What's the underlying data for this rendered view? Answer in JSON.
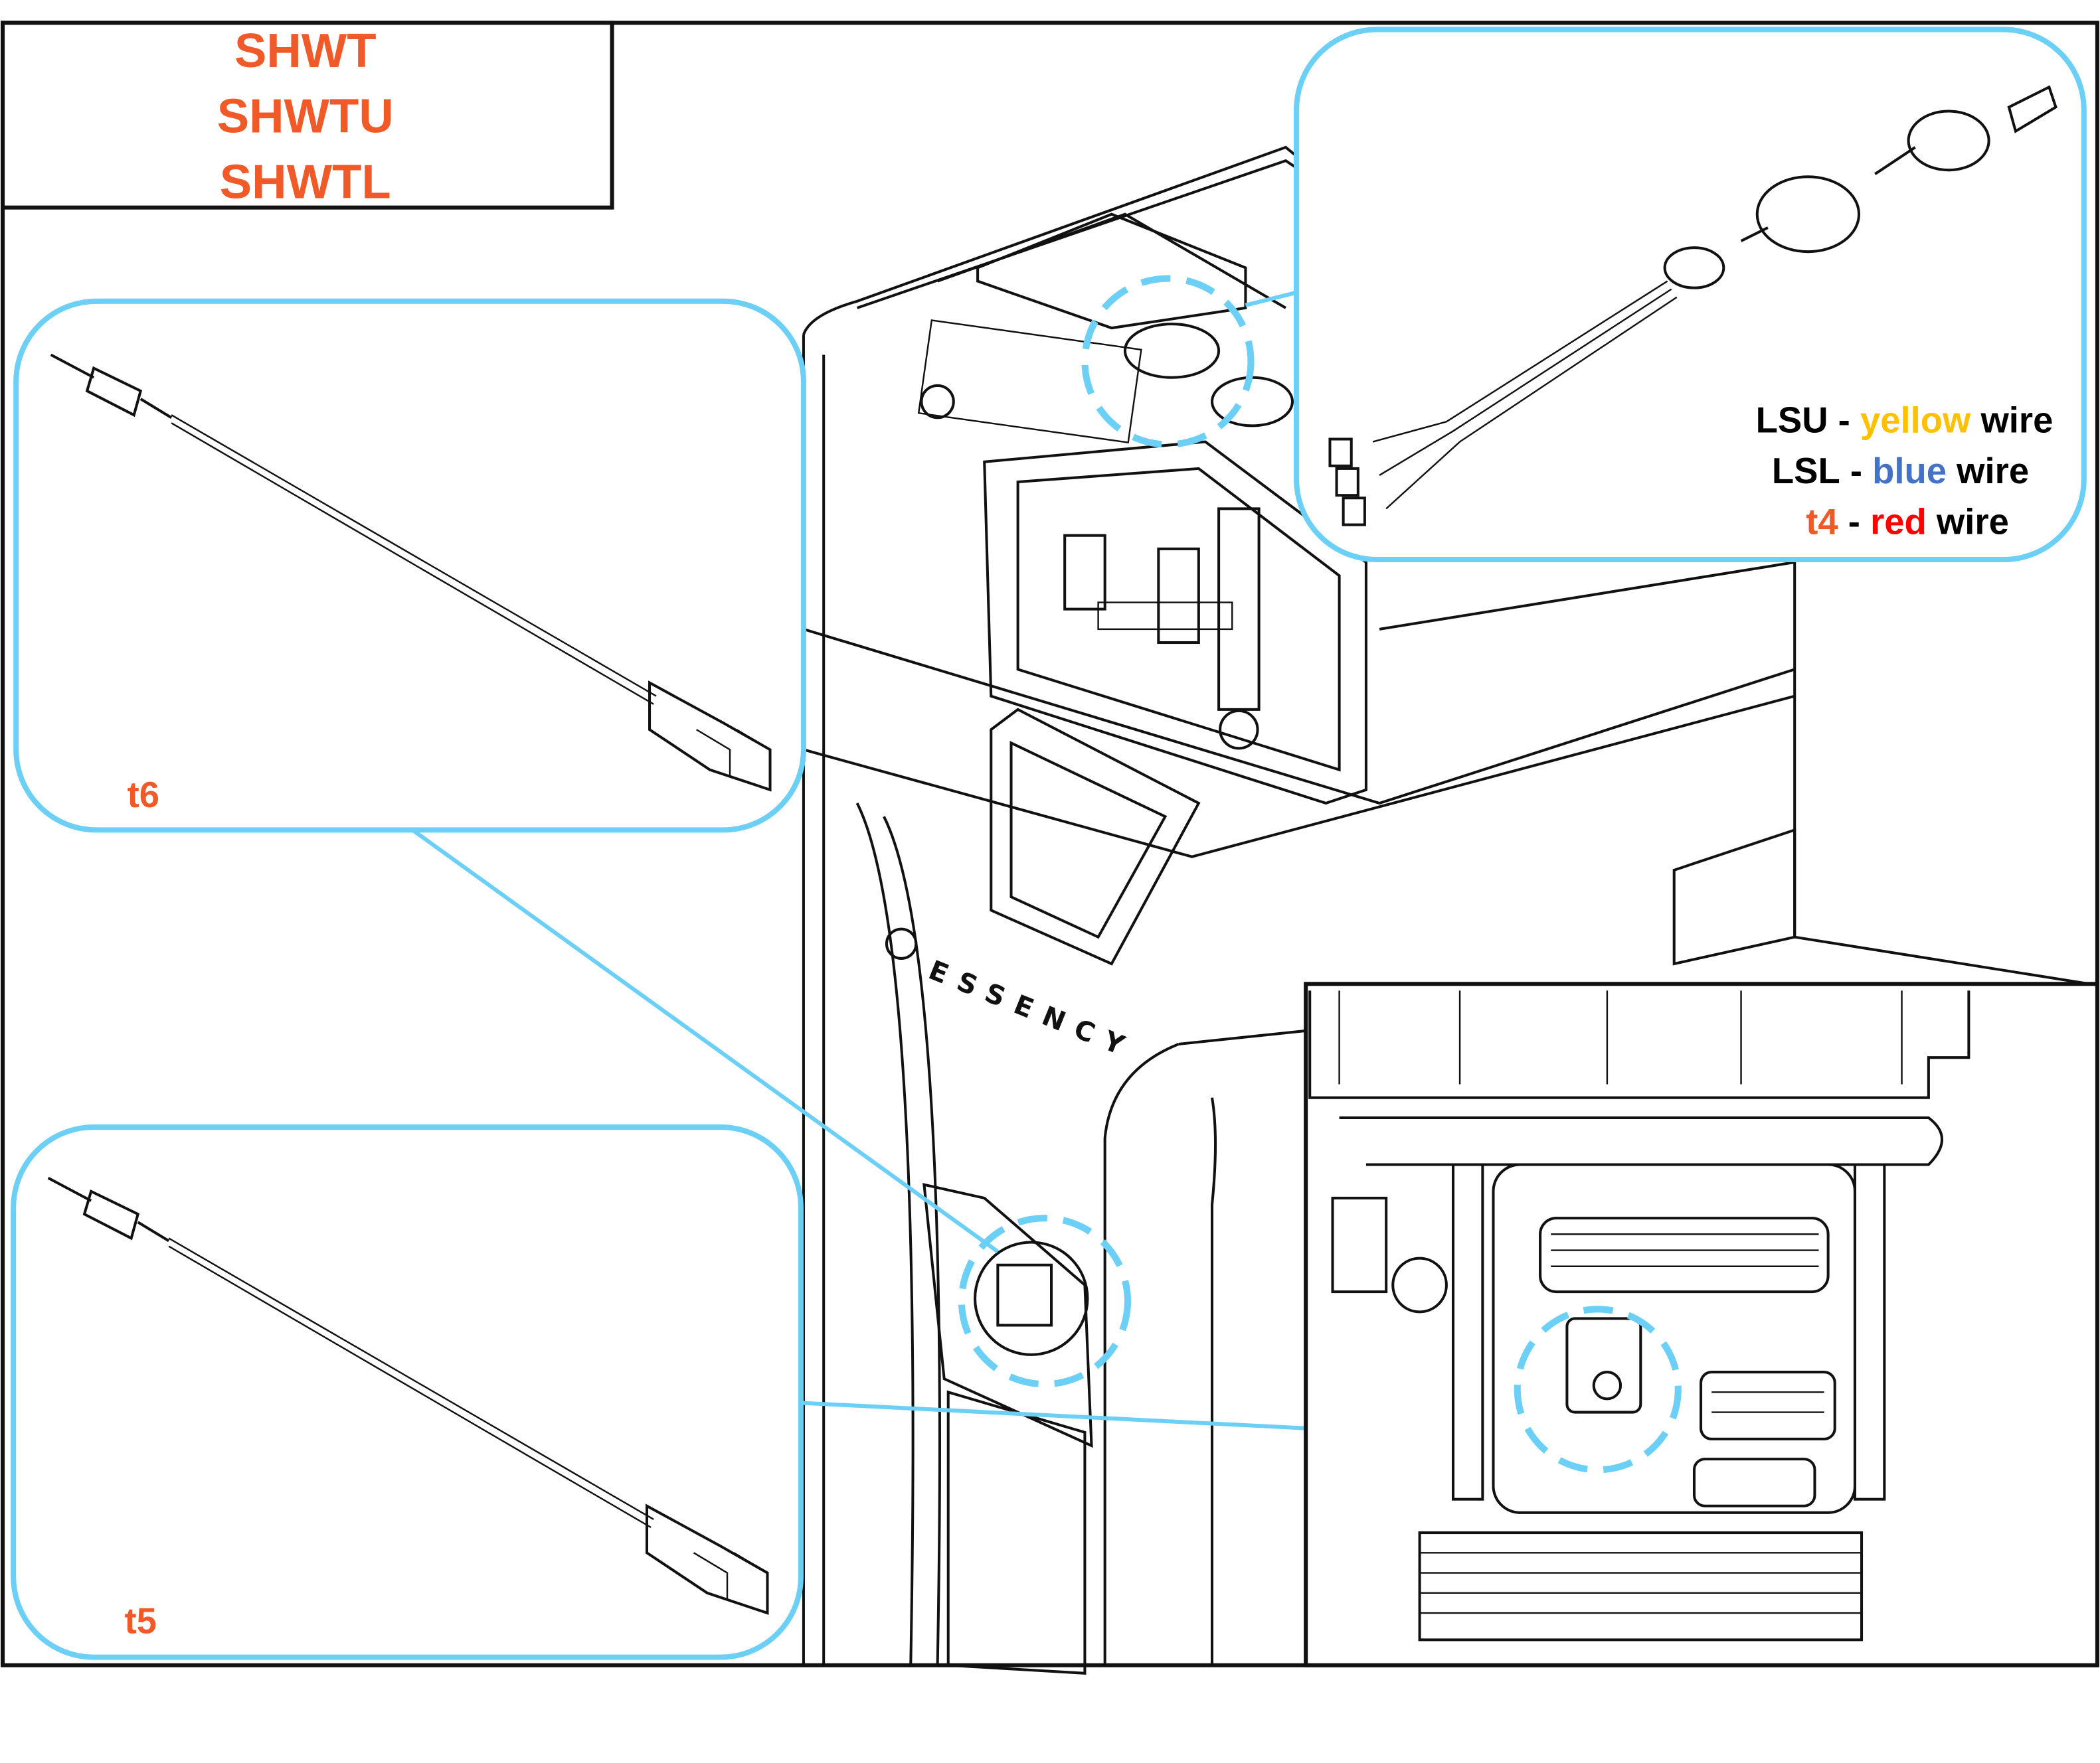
{
  "title_box": {
    "models": [
      "SHWT",
      "SHWTU",
      "SHWTL"
    ]
  },
  "product": {
    "brand": "ESSENCY"
  },
  "callouts": {
    "t6": {
      "label": "t6"
    },
    "t5": {
      "label": "t5"
    },
    "top_right": {
      "lines": [
        {
          "code": "LSU",
          "sep": " - ",
          "color_word": "yellow",
          "suffix": " wire",
          "code_color": "#000000",
          "word_color": "#ffc000"
        },
        {
          "code": "LSL",
          "sep": " - ",
          "color_word": "blue",
          "suffix": " wire",
          "code_color": "#000000",
          "word_color": "#4472c4"
        },
        {
          "code": "t4",
          "sep": " - ",
          "color_word": "red",
          "suffix": " wire",
          "code_color": "#f05a28",
          "word_color": "#ff0000"
        }
      ]
    }
  },
  "colors": {
    "accent_orange": "#f05a28",
    "callout_blue": "#6ccff6"
  }
}
